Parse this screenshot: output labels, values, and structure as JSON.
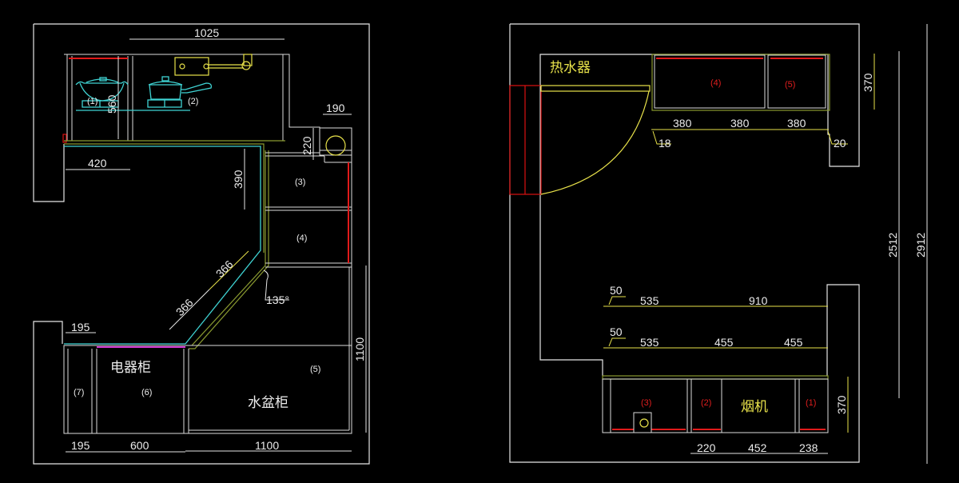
{
  "drawing": {
    "left_plan": {
      "labels": {
        "c1": "(1)",
        "c2": "(2)",
        "c3": "(3)",
        "c4": "(4)",
        "c5": "(5)",
        "c6": "(6)",
        "c7": "(7)",
        "electric_cabinet": "电器柜",
        "sink_cabinet": "水盆柜"
      },
      "dimensions": {
        "top_width": "1025",
        "cabinet_height": "560",
        "left_depth": "420",
        "pipe_width": "190",
        "pipe_depth": "220",
        "side_depth": "390",
        "diag_upper": "366",
        "diag_lower": "366",
        "angle": "135°",
        "bottom_left_depth": "195",
        "right_length": "1100",
        "bottom_a": "195",
        "bottom_b": "600",
        "bottom_c": "1100"
      }
    },
    "right_elevation": {
      "labels": {
        "water_heater": "热水器",
        "range_hood": "烟机",
        "u4": "(4)",
        "u5": "(5)",
        "l1": "(1)",
        "l2": "(2)",
        "l3": "(3)"
      },
      "dimensions": {
        "upper_a": "380",
        "upper_b": "380",
        "upper_c": "380",
        "upper_left_gap": "18",
        "upper_right_gap": "20",
        "upper_height": "370",
        "row1_gap": "50",
        "row1_a": "535",
        "row1_b": "910",
        "row2_gap": "50",
        "row2_a": "535",
        "row2_b": "455",
        "row2_c": "455",
        "lower_height": "370",
        "bottom_a": "220",
        "bottom_b": "452",
        "bottom_c": "238",
        "total_inner": "2512",
        "total_outer": "2912"
      }
    }
  }
}
